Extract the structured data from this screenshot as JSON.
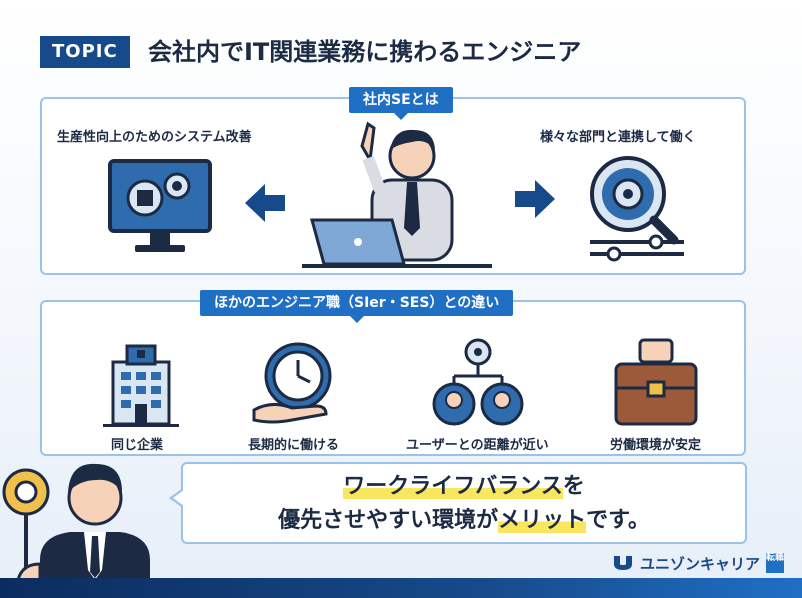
{
  "header": {
    "badge": "TOPIC",
    "title": "会社内でIT関連業務に携わるエンジニア"
  },
  "top_panel": {
    "tab": "社内SEとは",
    "left_label": "生産性向上のためのシステム改善",
    "right_label": "様々な部門と連携して働く"
  },
  "mid_panel": {
    "tab": "ほかのエンジニア職（SIer・SES）との違い",
    "items": [
      {
        "label": "同じ企業",
        "icon": "building-icon"
      },
      {
        "label": "長期的に働ける",
        "icon": "clock-hand-icon"
      },
      {
        "label": "ユーザーとの距離が近い",
        "icon": "users-gear-icon"
      },
      {
        "label": "労働環境が安定",
        "icon": "briefcase-icon"
      }
    ]
  },
  "message": {
    "line1_hl": "ワークライフバランス",
    "line1_rest": "を",
    "line2_pre": "優先させやすい環境が",
    "line2_hl": "メリット",
    "line2_post": "です。"
  },
  "brand": {
    "name": "ユニゾンキャリア",
    "tag": "転職"
  },
  "colors": {
    "navy": "#174a8a",
    "accent_blue": "#1f6fc5",
    "highlight_yellow": "#f7e65e",
    "border": "#9bc3e8"
  }
}
